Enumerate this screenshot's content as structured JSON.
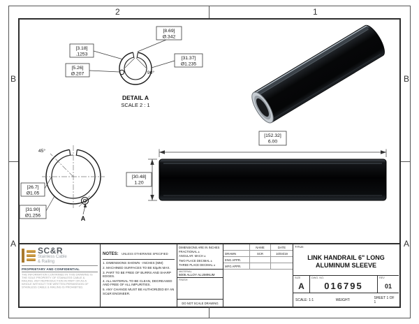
{
  "frame": {
    "zones_top": [
      "2",
      "1"
    ],
    "zones_left": [
      "B",
      "A"
    ],
    "zones_right": [
      "B",
      "A"
    ]
  },
  "detail_a": {
    "dim_slot_mm": "[8.69]",
    "dim_slot_in": "Ø.342",
    "dim_wall_mm": "[3.18]",
    "dim_wall_in": ".1253",
    "dim_od_mm": "[31.37]",
    "dim_od_in": "Ø1.235",
    "dim_hole_mm": "[5.26]",
    "dim_hole_in": "Ø.207",
    "angle": "90°",
    "caption_title": "DETAIL A",
    "caption_scale": "SCALE 2 : 1"
  },
  "front_view": {
    "angle": "45°",
    "dim_id_mm": "[26.7]",
    "dim_id_in": "Ø1.05",
    "dim_od_mm": "[31.90]",
    "dim_od_in": "Ø1.256",
    "detail_callout": "A"
  },
  "side_view": {
    "dim_len_mm": "[152.32]",
    "dim_len_in": "6.00",
    "dim_h_mm": "[30.48]",
    "dim_h_in": "1.20"
  },
  "title_block": {
    "company": {
      "name": "SC&R",
      "subtitle1": "Stainless Cable",
      "subtitle2": "& Railing",
      "confidential": "PROPRIETARY AND CONFIDENTIAL",
      "legal": "THE INFORMATION CONTAINED IN THIS DRAWING IS THE SOLE PROPERTY OF STAINLESS CABLE & RAILING. ANY REPRODUCTION IN PART OR AS A WHOLE WITHOUT THE WRITTEN PERMISSION OF STAINLESS CABLE & RAILING IS PROHIBITED."
    },
    "notes": {
      "header": "NOTES:",
      "unless": "UNLESS OTHERWISE SPECIFIED",
      "items": [
        "1. DIMENSIONS SHOWN - INCHES (MM)",
        "2. MACHINED SURFACES TO BE 63µIN MAX.",
        "3. PART TO BE FREE OF BURRS AND SHARP EDGES.",
        "4. ALL MATERIAL TO BE CLEAN, DEGREASED AND FREE OF ALL IMPURITIES.",
        "5. ANY CHANGE MUST BE AUTHORIZED BY AN SC&R ENGINEER."
      ]
    },
    "tolerances": {
      "line1": "DIMENSIONS ARE IN INCHES",
      "line2": "FRACTIONAL ±",
      "line3": "ANGULAR: MACH ±",
      "line4": "TWO PLACE DECIMAL ±",
      "line5": "THREE PLACE DECIMAL ±",
      "material_label": "MATERIAL",
      "material_value": "6005 ALLOY ALUMINUM",
      "finish_label": "FINISH",
      "do_not_scale": "DO NOT SCALE DRAWING"
    },
    "approvals": {
      "name_header": "NAME",
      "date_header": "DATE",
      "rows": [
        {
          "label": "DRAWN",
          "name": "SCR",
          "date": "10/04/19"
        },
        {
          "label": "ENG APPR.",
          "name": "",
          "date": ""
        },
        {
          "label": "MFG APPR.",
          "name": "",
          "date": ""
        }
      ]
    },
    "title": {
      "label": "TITLE:",
      "line1": "LINK HANDRAIL 6\" LONG",
      "line2": "ALUMINUM SLEEVE"
    },
    "size_label": "SIZE",
    "size_value": "A",
    "dwg_label": "DWG. NO.",
    "dwg_value": "016795",
    "rev_label": "REV",
    "rev_value": "01",
    "scale_text": "SCALE: 1:1",
    "weight_text": "WEIGHT:",
    "sheet_text": "SHEET 1 OF 1"
  }
}
